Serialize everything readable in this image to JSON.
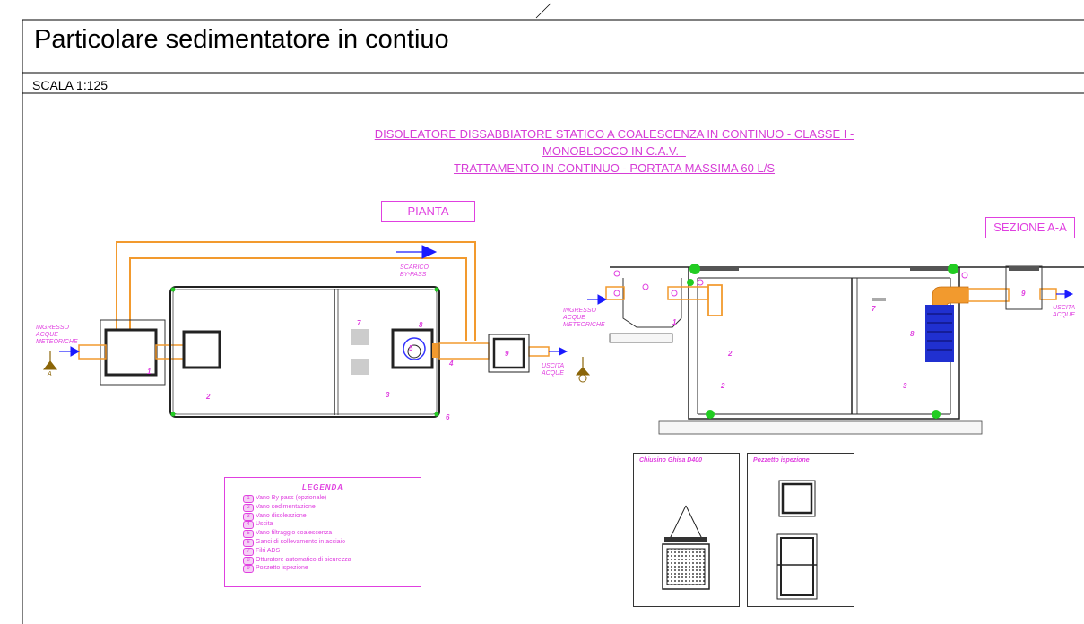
{
  "title": "Particolare sedimentatore in contiuo",
  "scale": "SCALA 1:125",
  "header": {
    "line1": "DISOLEATORE DISSABBIATORE STATICO A COALESCENZA IN CONTINUO  - CLASSE I -",
    "line2": "MONOBLOCCO IN C.A.V. -",
    "line3": "TRATTAMENTO IN CONTINUO - PORTATA MASSIMA 60 L/S"
  },
  "pianta_label": "PIANTA",
  "sezione_label": "SEZIONE A-A",
  "plan": {
    "inlet_label": "INGRESSO ACQUE METEORICHE",
    "bypass_label": "SCARICO BY-PASS",
    "outlet_label": "USCITA ACQUE",
    "section_mark": "A"
  },
  "section": {
    "inlet_label": "INGRESSO ACQUE METEORICHE",
    "outlet_label": "USCITA ACQUE"
  },
  "legend": {
    "title": "LEGENDA",
    "items": [
      {
        "key": "1",
        "text": "Vano By pass (opzionale)"
      },
      {
        "key": "2",
        "text": "Vano sedimentazione"
      },
      {
        "key": "3",
        "text": "Vano disoleazione"
      },
      {
        "key": "4",
        "text": "Uscita"
      },
      {
        "key": "5",
        "text": "Vano filtraggio  coalescenza"
      },
      {
        "key": "6",
        "text": "Ganci di sollevamento in acciaio"
      },
      {
        "key": "7",
        "text": "Filri ADS"
      },
      {
        "key": "8",
        "text": "Otturatore automatico di sicurezza"
      },
      {
        "key": "9",
        "text": "Pozzetto ispezione"
      }
    ]
  },
  "details": {
    "chiusino_title": "Chiusino Ghisa D400",
    "pozzetto_title": "Pozzetto ispezione"
  },
  "numbers": {
    "n1": "1",
    "n2": "2",
    "n3": "3",
    "n4": "4",
    "n5": "5",
    "n6": "6",
    "n7": "7",
    "n8": "8",
    "n9": "9"
  },
  "colors": {
    "pipe": "#f29a2e",
    "magenta": "#e040e0",
    "arrow": "#1a1aff",
    "hook": "#22cc22",
    "ground": "#8b6508"
  }
}
